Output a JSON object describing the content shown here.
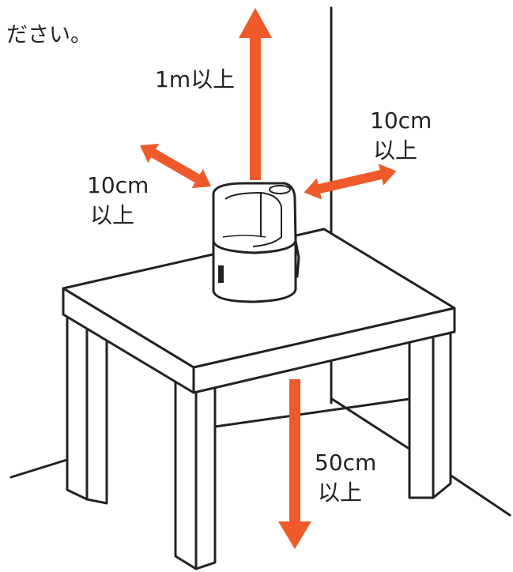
{
  "caption": "ださい。",
  "labels": {
    "top": "1m以上",
    "right": {
      "value": "10cm",
      "unit": "以上"
    },
    "left": {
      "value": "10cm",
      "unit": "以上"
    },
    "bottom": {
      "value": "50cm",
      "unit": "以上"
    }
  },
  "colors": {
    "arrow": "#ef5a2a",
    "line": "#222222",
    "background": "#ffffff"
  },
  "icons": [
    "humidifier",
    "table",
    "room-corner"
  ]
}
